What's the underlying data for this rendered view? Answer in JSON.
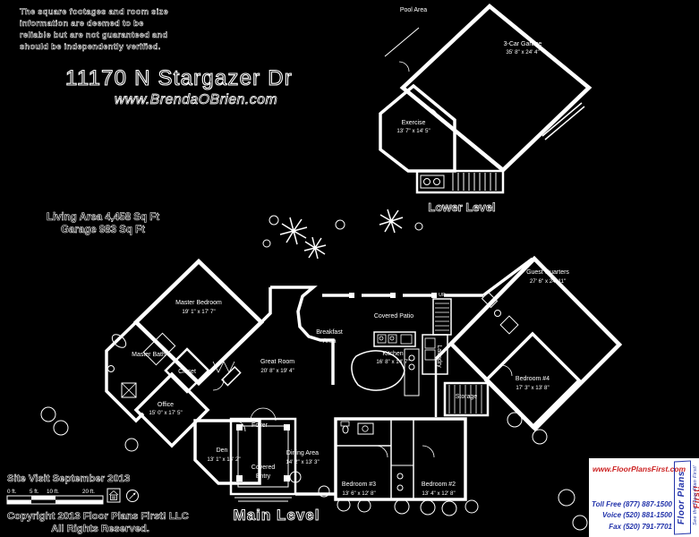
{
  "page": {
    "background": "#000000",
    "ink": "#ffffff"
  },
  "disclaimer": {
    "lines": [
      "The square footages and room size",
      "information are deemed to be",
      "reliable but are not guaranteed and",
      "should be independently verified."
    ]
  },
  "header": {
    "address": "11170 N Stargazer Dr",
    "website": "www.BrendaOBrien.com"
  },
  "area_summary": {
    "living": "Living Area 4,458 Sq Ft",
    "garage": "Garage 983 Sq Ft"
  },
  "level_labels": {
    "lower": "Lower Level",
    "main": "Main Level"
  },
  "rooms": {
    "pool_area": {
      "name": "Pool Area"
    },
    "garage": {
      "name": "3-Car Garage",
      "dims": "35' 8\" x 24' 4\""
    },
    "exercise": {
      "name": "Exercise",
      "dims": "13' 7\" x 14' 5\""
    },
    "master_bedroom": {
      "name": "Master Bedroom",
      "dims": "19' 1\" x 17' 7\""
    },
    "master_bath": {
      "name": "Master Bath"
    },
    "closet": {
      "name": "Closet"
    },
    "office": {
      "name": "Office",
      "dims": "15' 0\" x 17' 5\""
    },
    "den": {
      "name": "Den",
      "dims": "13' 1\" x 14' 2\""
    },
    "great_room": {
      "name": "Great Room",
      "dims": "20' 8\" x 19' 4\""
    },
    "breakfast_area": {
      "line1": "Breakfast",
      "line2": "Area"
    },
    "covered_patio": {
      "name": "Covered Patio"
    },
    "kitchen": {
      "name": "Kitchen",
      "dims": "16' 8\" x 14' 7\""
    },
    "laundry": {
      "name": "Laundry"
    },
    "foyer": {
      "name": "Foyer"
    },
    "dining_area": {
      "name": "Dining Area",
      "dims": "14' 2\" x 13' 3\""
    },
    "covered_entry": {
      "line1": "Covered",
      "line2": "Entry"
    },
    "bedroom2": {
      "name": "Bedroom #2",
      "dims": "13' 4\" x 12' 8\""
    },
    "bedroom3": {
      "name": "Bedroom #3",
      "dims": "13' 6\" x 12' 8\""
    },
    "bedroom4": {
      "name": "Bedroom #4",
      "dims": "17' 3\" x 13' 8\""
    },
    "storage": {
      "name": "Storage"
    },
    "guest_quarters": {
      "name": "Guest Quarters",
      "dims": "27' 6\" x 24' 11\""
    }
  },
  "stairs": {
    "up_label": "UP"
  },
  "scale_bar": {
    "ticks": [
      "0 ft.",
      "5 ft.",
      "10 ft.",
      "20 ft."
    ]
  },
  "footer": {
    "site_visit": "Site Visit September 2013",
    "copyright": "Copyright 2013 Floor Plans First! LLC",
    "rights": "All Rights Reserved."
  },
  "logo_box": {
    "url": "www.FloorPlansFirst.com",
    "toll_free": "Toll Free (877) 887-1500",
    "voice": "Voice (520) 881-1500",
    "fax": "Fax (520) 791-7701",
    "brand_line1": "Floor Plans",
    "brand_line2": "First!",
    "tagline": "See the Floor Plan First!",
    "url_color": "#cc2222",
    "text_color": "#2233aa"
  }
}
